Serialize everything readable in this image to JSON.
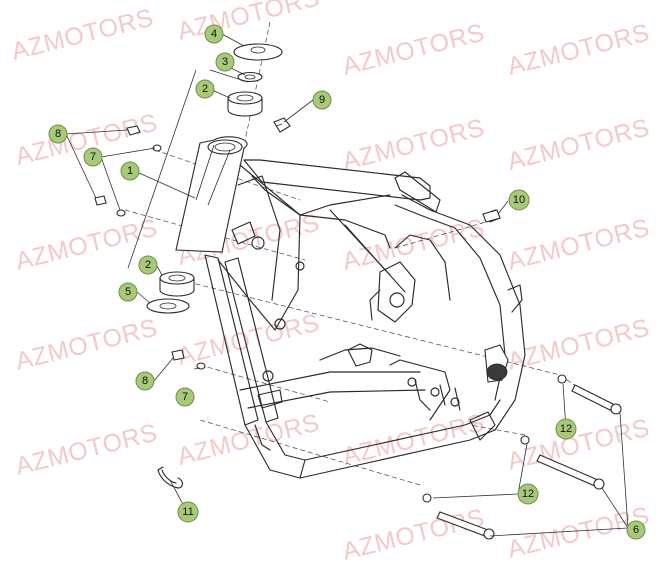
{
  "watermark": "AZMOTORS",
  "callouts": {
    "c1": "1",
    "c2a": "2",
    "c2b": "2",
    "c3": "3",
    "c4": "4",
    "c5": "5",
    "c6": "6",
    "c7a": "7",
    "c7b": "7",
    "c8a": "8",
    "c8b": "8",
    "c9": "9",
    "c10": "10",
    "c11": "11",
    "c12a": "12",
    "c12b": "12"
  },
  "colors": {
    "callout_fill": "#a8c97a",
    "watermark": "#f4c9c9",
    "line": "#2b2b2b"
  }
}
